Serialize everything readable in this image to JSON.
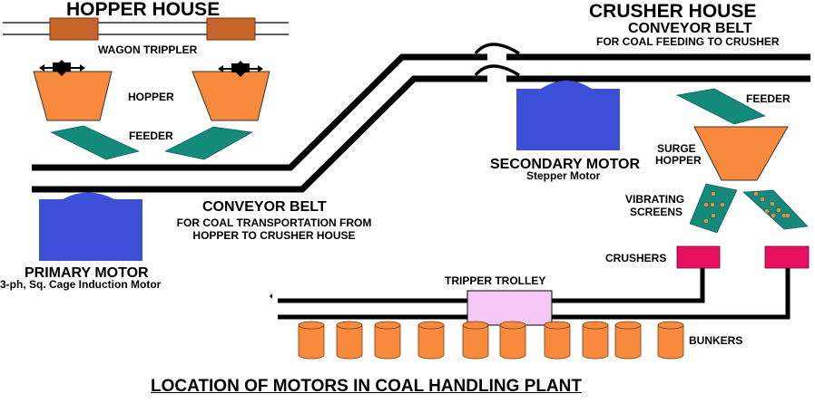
{
  "diagram": {
    "title": "LOCATION OF MOTORS IN COAL HANDLING PLANT",
    "sections": {
      "hopper_house": "HOPPER HOUSE",
      "crusher_house": "CRUSHER HOUSE"
    },
    "labels": {
      "wagon_trippler": "WAGON TRIPPLER",
      "hopper": "HOPPER",
      "feeder_left": "FEEDER",
      "feeder_right": "FEEDER",
      "surge_hopper_line1": "SURGE",
      "surge_hopper_line2": "HOPPER",
      "vibrating_screens_line1": "VIBRATING",
      "vibrating_screens_line2": "SCREENS",
      "crushers": "CRUSHERS",
      "tripper_trolley": "TRIPPER TROLLEY",
      "bunkers": "BUNKERS"
    },
    "conveyor_main": {
      "title": "CONVEYOR BELT",
      "desc_line1": "FOR COAL TRANSPORTATION FROM",
      "desc_line2": "HOPPER TO CRUSHER HOUSE"
    },
    "conveyor_crusher": {
      "title": "CONVEYOR BELT",
      "desc": "FOR COAL FEEDING TO CRUSHER"
    },
    "primary_motor": {
      "name": "PRIMARY MOTOR",
      "type": "3-ph, Sq. Cage Induction Motor"
    },
    "secondary_motor": {
      "name": "SECONDARY MOTOR",
      "type": "Stepper Motor"
    },
    "counts": {
      "wagons": 2,
      "hoppers": 2,
      "crushers": 2,
      "bunkers": 10
    },
    "colors": {
      "wagon": "#c8662a",
      "hopper": "#f78a3c",
      "feeder": "#138a7a",
      "motor": "#3d4fd6",
      "crusher": "#e8105e",
      "trolley": "#f5c8f5",
      "bunker": "#f78a3c",
      "belt": "#000000",
      "ore_dot": "#c8975a"
    }
  }
}
